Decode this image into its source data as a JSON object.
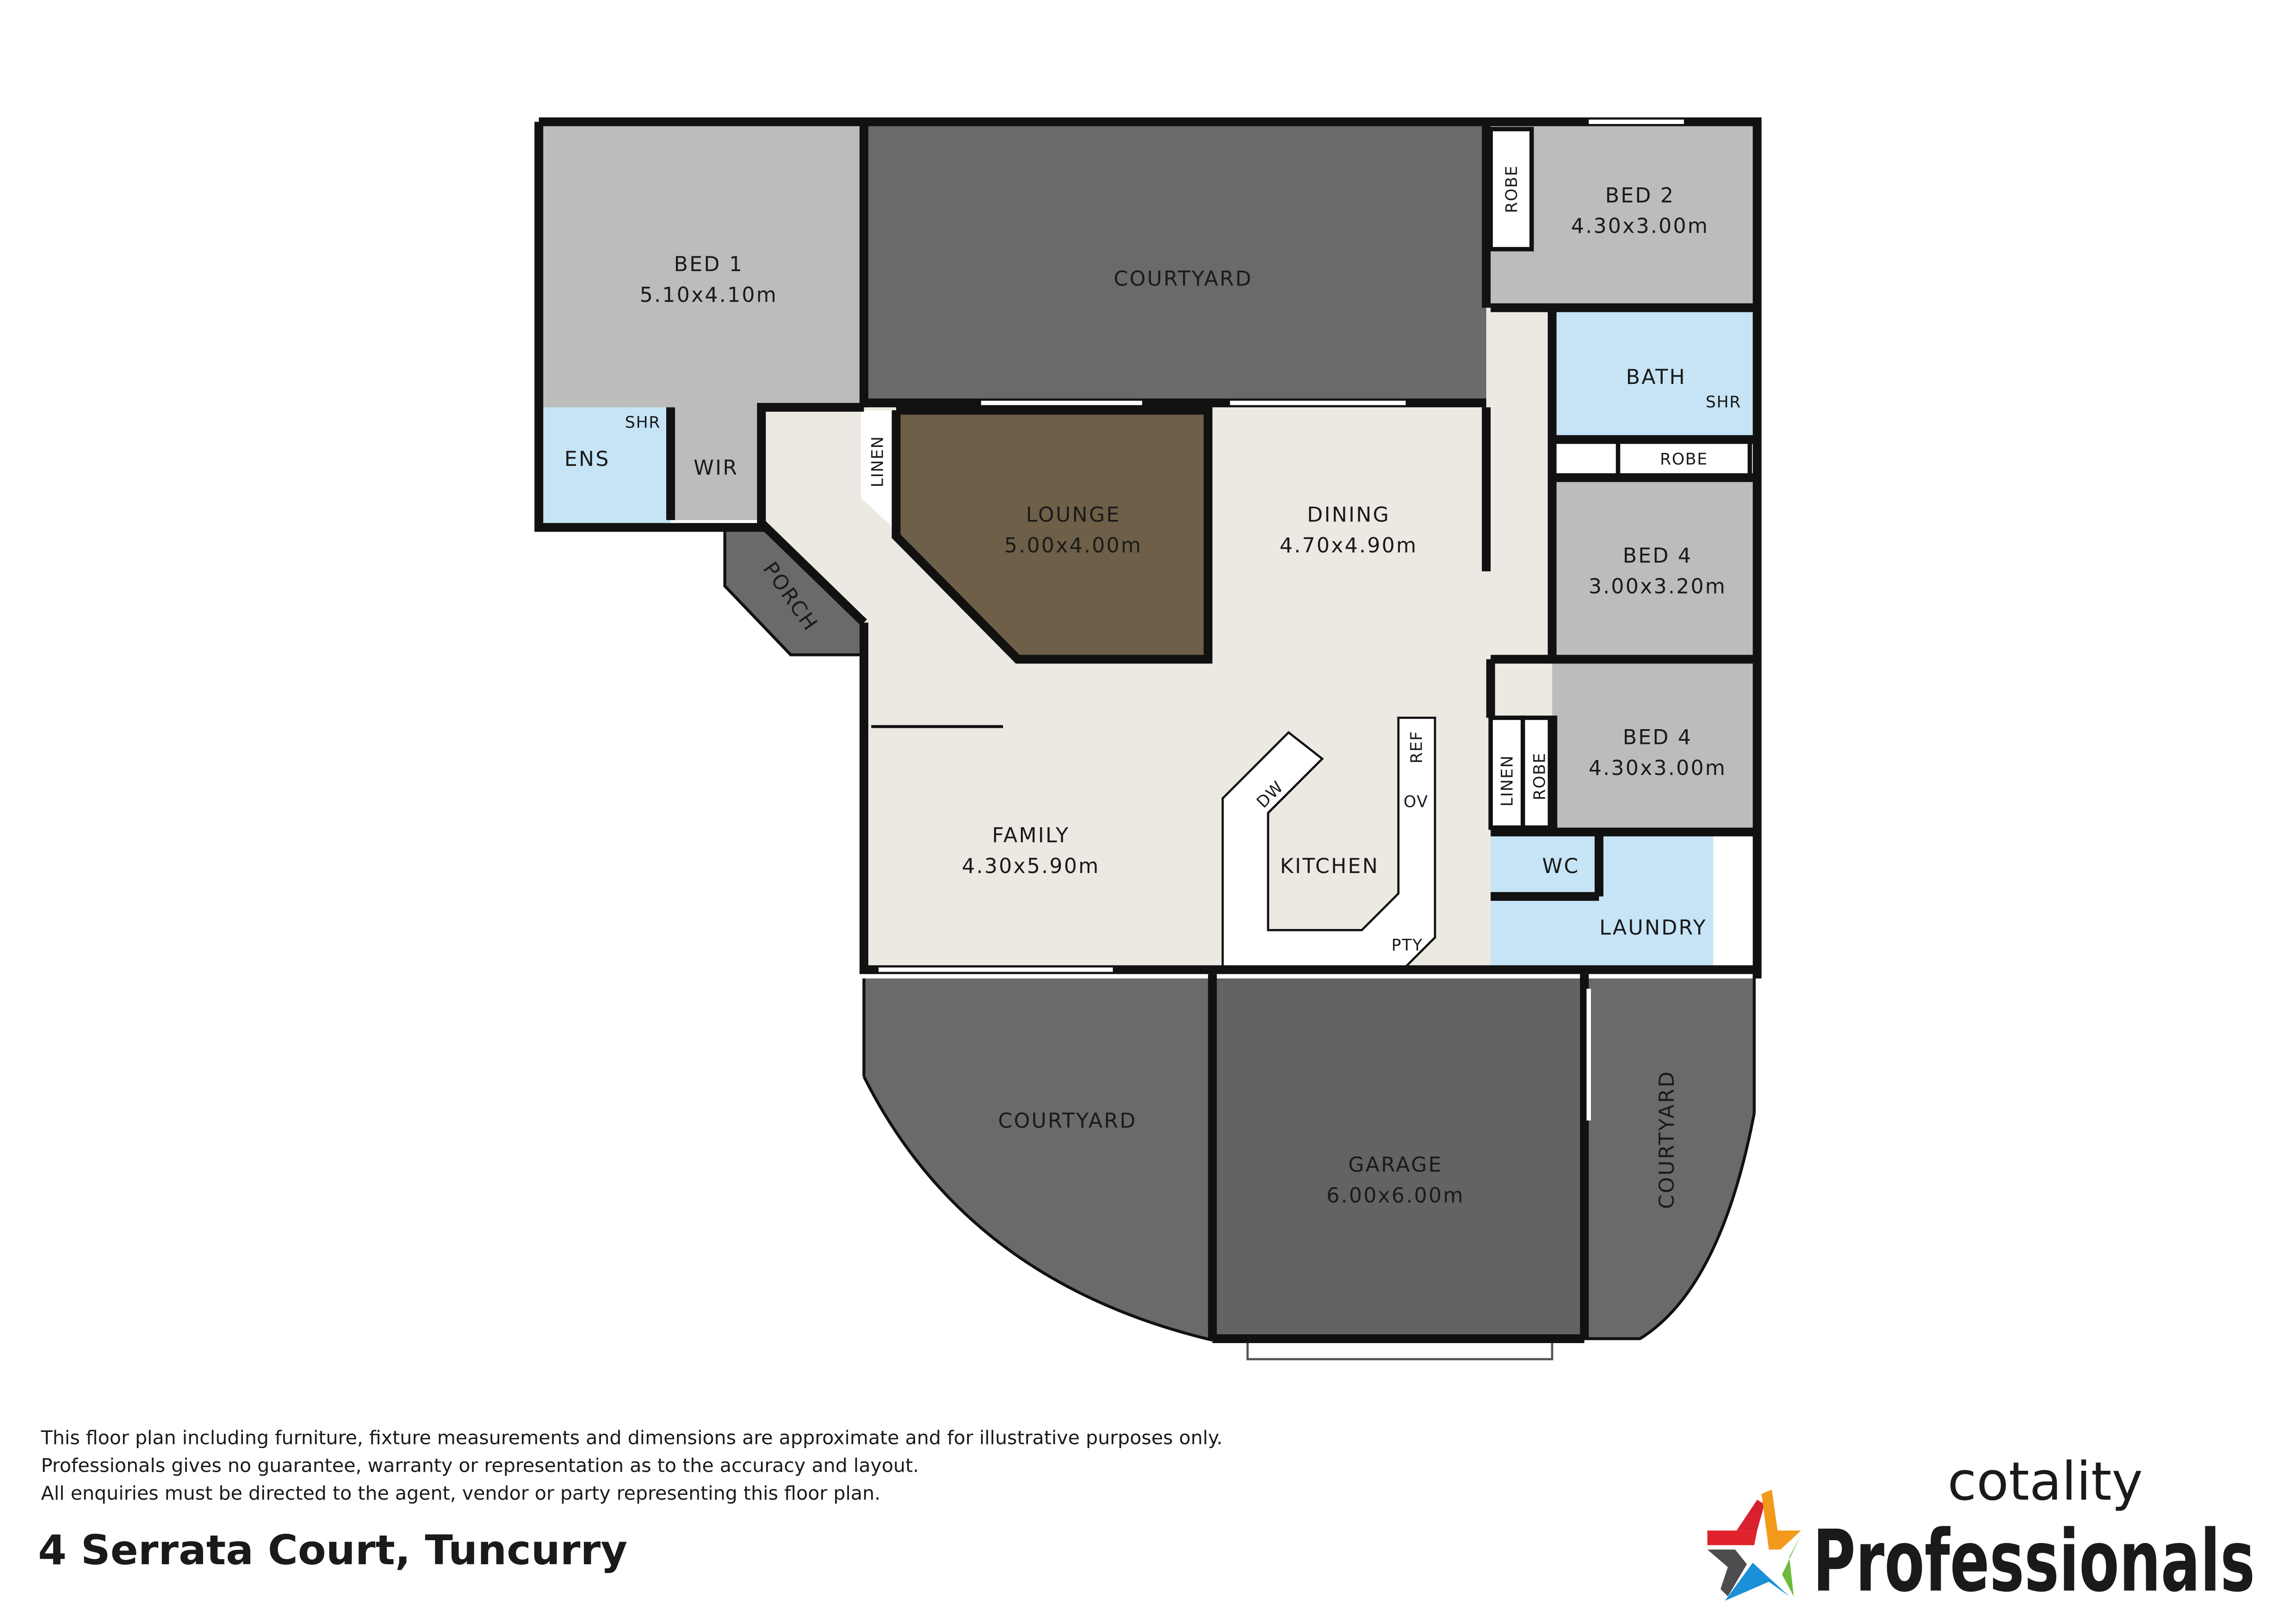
{
  "colors": {
    "bedroom": "#bcbcbc",
    "living": "#ece9e3",
    "lounge": "#6e5f48",
    "outdoor": "#6a6a6a",
    "garage": "#636363",
    "wet": "#c6e4f6",
    "wall": "#111111",
    "logo_text": "#4d4d4f"
  },
  "rooms": {
    "bed1": {
      "name": "BED 1",
      "size": "5.10x4.10m"
    },
    "courtyard_top": {
      "name": "COURTYARD"
    },
    "bed2": {
      "name": "BED 2",
      "size": "4.30x3.00m"
    },
    "robe_bed2": {
      "name": "ROBE"
    },
    "bath": {
      "name": "BATH"
    },
    "bath_shr": {
      "name": "SHR"
    },
    "robe_mid": {
      "name": "ROBE"
    },
    "bed4a": {
      "name": "BED 4",
      "size": "3.00x3.20m"
    },
    "bed4b": {
      "name": "BED 4",
      "size": "4.30x3.00m"
    },
    "linen_right": {
      "name": "LINEN"
    },
    "robe_right": {
      "name": "ROBE"
    },
    "ens": {
      "name": "ENS"
    },
    "ens_shr": {
      "name": "SHR"
    },
    "wir": {
      "name": "WIR"
    },
    "linen_left": {
      "name": "LINEN"
    },
    "porch": {
      "name": "PORCH"
    },
    "lounge": {
      "name": "LOUNGE",
      "size": "5.00x4.00m"
    },
    "dining": {
      "name": "DINING",
      "size": "4.70x4.90m"
    },
    "family": {
      "name": "FAMILY",
      "size": "4.30x5.90m"
    },
    "kitchen": {
      "name": "KITCHEN"
    },
    "dw": {
      "name": "DW"
    },
    "ref": {
      "name": "REF"
    },
    "ov": {
      "name": "OV"
    },
    "pty": {
      "name": "PTY"
    },
    "wc": {
      "name": "WC"
    },
    "laundry": {
      "name": "LAUNDRY"
    },
    "courtyard_left": {
      "name": "COURTYARD"
    },
    "garage": {
      "name": "GARAGE",
      "size": "6.00x6.00m"
    },
    "courtyard_right": {
      "name": "COURTYARD"
    }
  },
  "disclaimer": [
    "This floor plan including furniture, fixture measurements and dimensions are approximate and for illustrative purposes only.",
    "Professionals gives no guarantee, warranty or representation as to the accuracy and layout.",
    "All enquiries must be directed to the agent, vendor or party representing this floor plan."
  ],
  "address": "4 Serrata Court, Tuncurry",
  "logo": {
    "brand": "Professionals",
    "watermark": "cotality"
  }
}
